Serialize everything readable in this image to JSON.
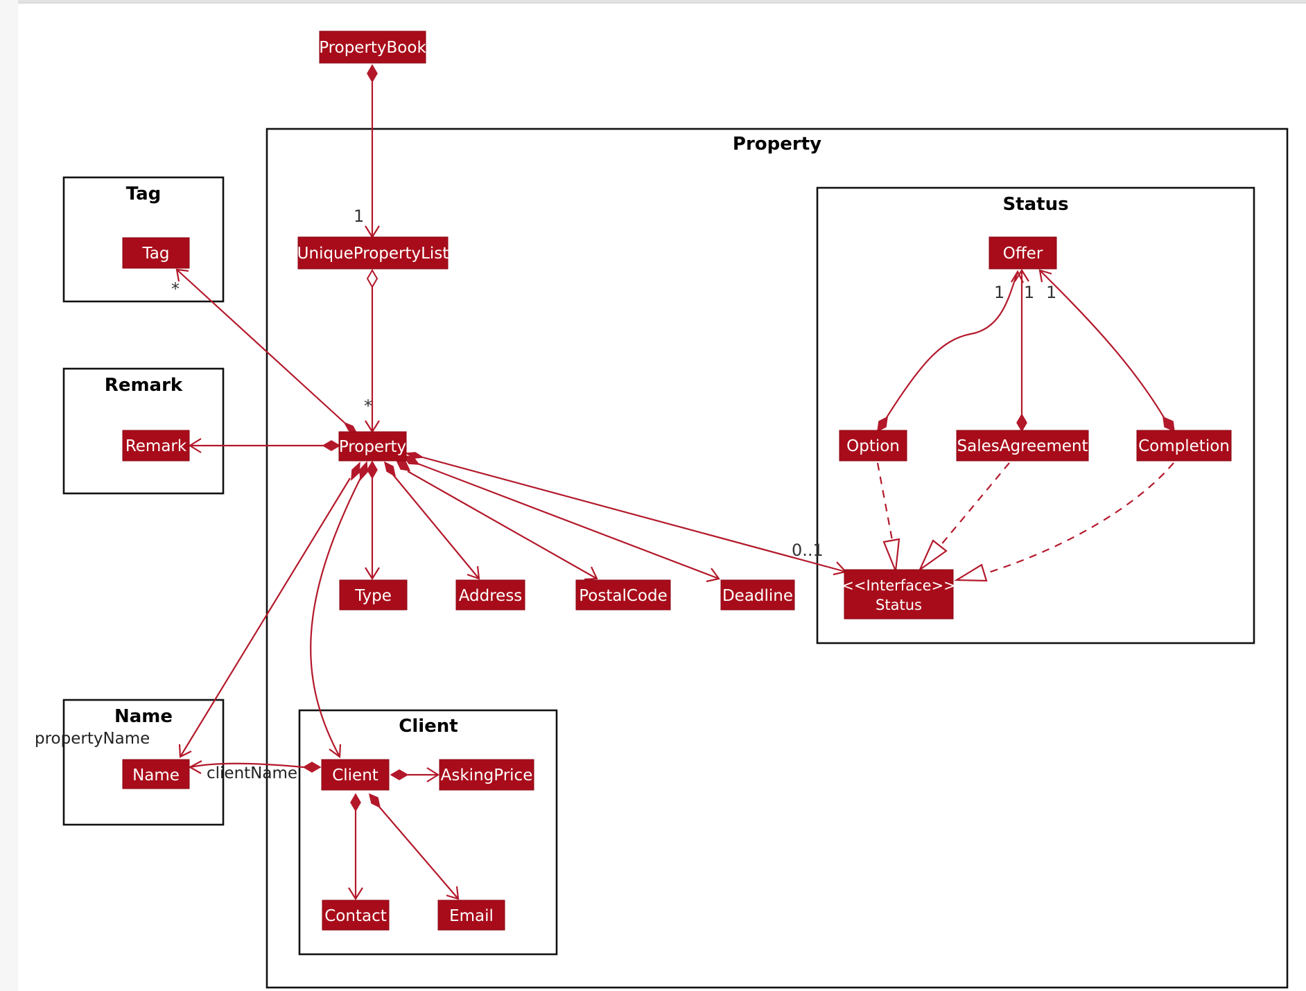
{
  "packages": {
    "property": "Property",
    "status": "Status",
    "tag": "Tag",
    "remark": "Remark",
    "name": "Name",
    "client": "Client"
  },
  "classes": {
    "property_book": "PropertyBook",
    "unique_property_list": "UniquePropertyList",
    "property": "Property",
    "tag": "Tag",
    "remark": "Remark",
    "name": "Name",
    "type": "Type",
    "address": "Address",
    "postal_code": "PostalCode",
    "deadline": "Deadline",
    "offer": "Offer",
    "option": "Option",
    "sales_agreement": "SalesAgreement",
    "completion": "Completion",
    "status_stereotype": "<<Interface>>",
    "status_name": "Status",
    "client": "Client",
    "asking_price": "AskingPrice",
    "contact": "Contact",
    "email": "Email"
  },
  "multiplicities": {
    "list_one": "1",
    "list_many": "*",
    "tag_many": "*",
    "status_optional": "0..1",
    "offer_option": "1",
    "offer_sales": "1",
    "offer_completion": "1"
  },
  "roles": {
    "property_name": "propertyName",
    "client_name": "clientName"
  },
  "colors": {
    "class_fill": "#a80c1a",
    "edge": "#b3182a",
    "frame": "#111111"
  }
}
